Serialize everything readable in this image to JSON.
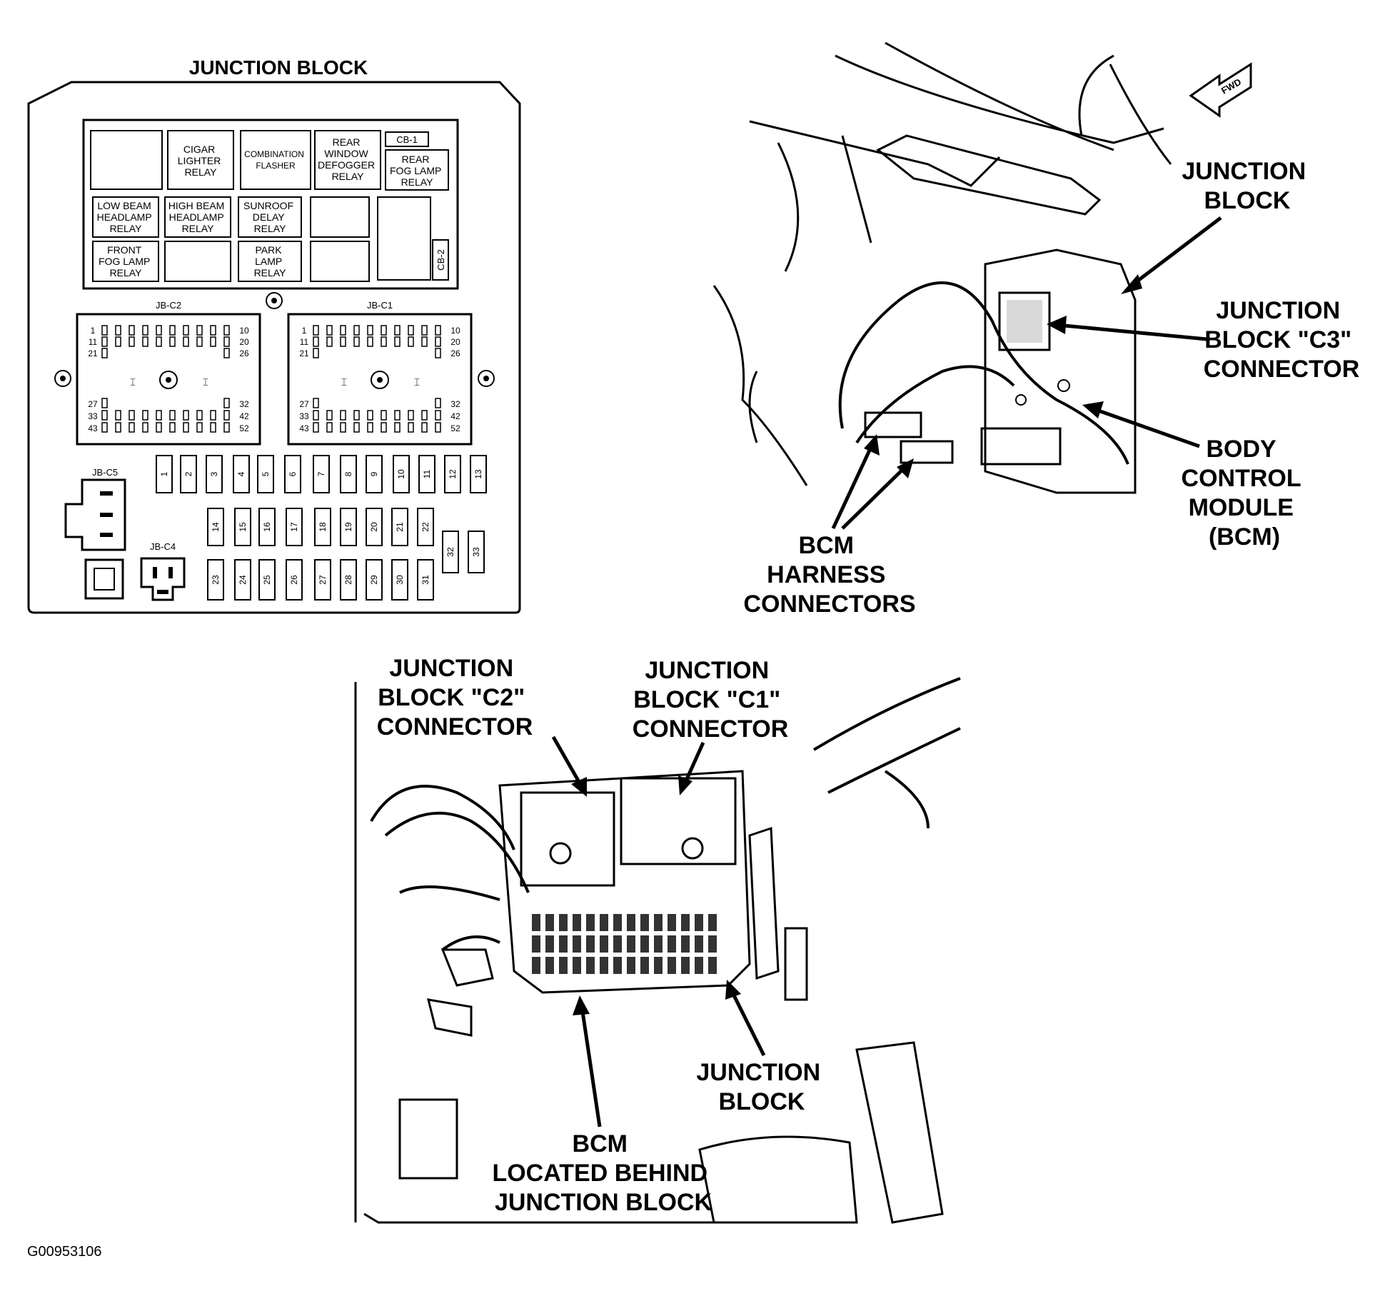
{
  "junction_block_title": "JUNCTION BLOCK",
  "relays": {
    "cigar_lighter": [
      "CIGAR",
      "LIGHTER",
      "RELAY"
    ],
    "combination_flasher": [
      "COMBINATION",
      "FLASHER"
    ],
    "rear_window_defogger": [
      "REAR",
      "WINDOW",
      "DEFOGGER",
      "RELAY"
    ],
    "cb1": "CB-1",
    "rear_fog_lamp": [
      "REAR",
      "FOG LAMP",
      "RELAY"
    ],
    "low_beam": [
      "LOW BEAM",
      "HEADLAMP",
      "RELAY"
    ],
    "high_beam": [
      "HIGH BEAM",
      "HEADLAMP",
      "RELAY"
    ],
    "sunroof_delay": [
      "SUNROOF",
      "DELAY",
      "RELAY"
    ],
    "front_fog_lamp": [
      "FRONT",
      "FOG LAMP",
      "RELAY"
    ],
    "park_lamp": [
      "PARK",
      "LAMP",
      "RELAY"
    ],
    "cb2": "CB-2"
  },
  "connectors": {
    "jb_c2": "JB-C2",
    "jb_c1": "JB-C1",
    "jb_c5": "JB-C5",
    "jb_c4": "JB-C4",
    "pin_labels_left": [
      "1",
      "11",
      "21",
      "27",
      "33",
      "43"
    ],
    "pin_labels_right": [
      "10",
      "20",
      "26",
      "32",
      "42",
      "52"
    ]
  },
  "fuses": {
    "row1": [
      "1",
      "2",
      "3",
      "4",
      "5",
      "6",
      "7",
      "8",
      "9",
      "10",
      "11",
      "12",
      "13"
    ],
    "row2": [
      "14",
      "15",
      "16",
      "17",
      "18",
      "19",
      "20",
      "21",
      "22"
    ],
    "row3": [
      "23",
      "24",
      "25",
      "26",
      "27",
      "28",
      "29",
      "30",
      "31"
    ],
    "side": [
      "32",
      "33"
    ]
  },
  "callouts": {
    "fwd": "FWD",
    "junction_block_top": [
      "JUNCTION",
      "BLOCK"
    ],
    "jb_c3": [
      "JUNCTION",
      "BLOCK \"C3\"",
      "CONNECTOR"
    ],
    "bcm": [
      "BODY",
      "CONTROL",
      "MODULE",
      "(BCM)"
    ],
    "bcm_harness": [
      "BCM",
      "HARNESS",
      "CONNECTORS"
    ],
    "jb_c2_connector": [
      "JUNCTION",
      "BLOCK \"C2\"",
      "CONNECTOR"
    ],
    "jb_c1_connector": [
      "JUNCTION",
      "BLOCK \"C1\"",
      "CONNECTOR"
    ],
    "junction_block_bottom": [
      "JUNCTION",
      "BLOCK"
    ],
    "bcm_behind": [
      "BCM",
      "LOCATED BEHIND",
      "JUNCTION BLOCK"
    ]
  },
  "figure_id": "G00953106"
}
